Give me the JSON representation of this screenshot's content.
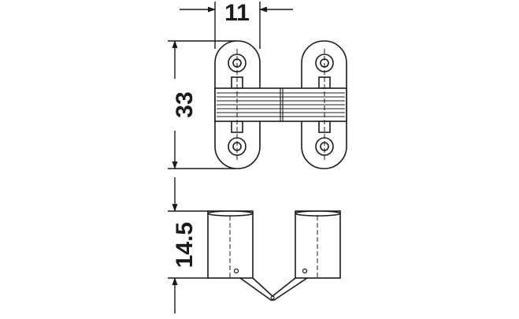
{
  "drawing": {
    "dimensions": {
      "width_label": "11",
      "height_top_label": "33",
      "height_side_label": "14.5"
    },
    "colors": {
      "line": "#1a1a1a",
      "background": "#ffffff",
      "fill_body": "#ffffff"
    }
  }
}
